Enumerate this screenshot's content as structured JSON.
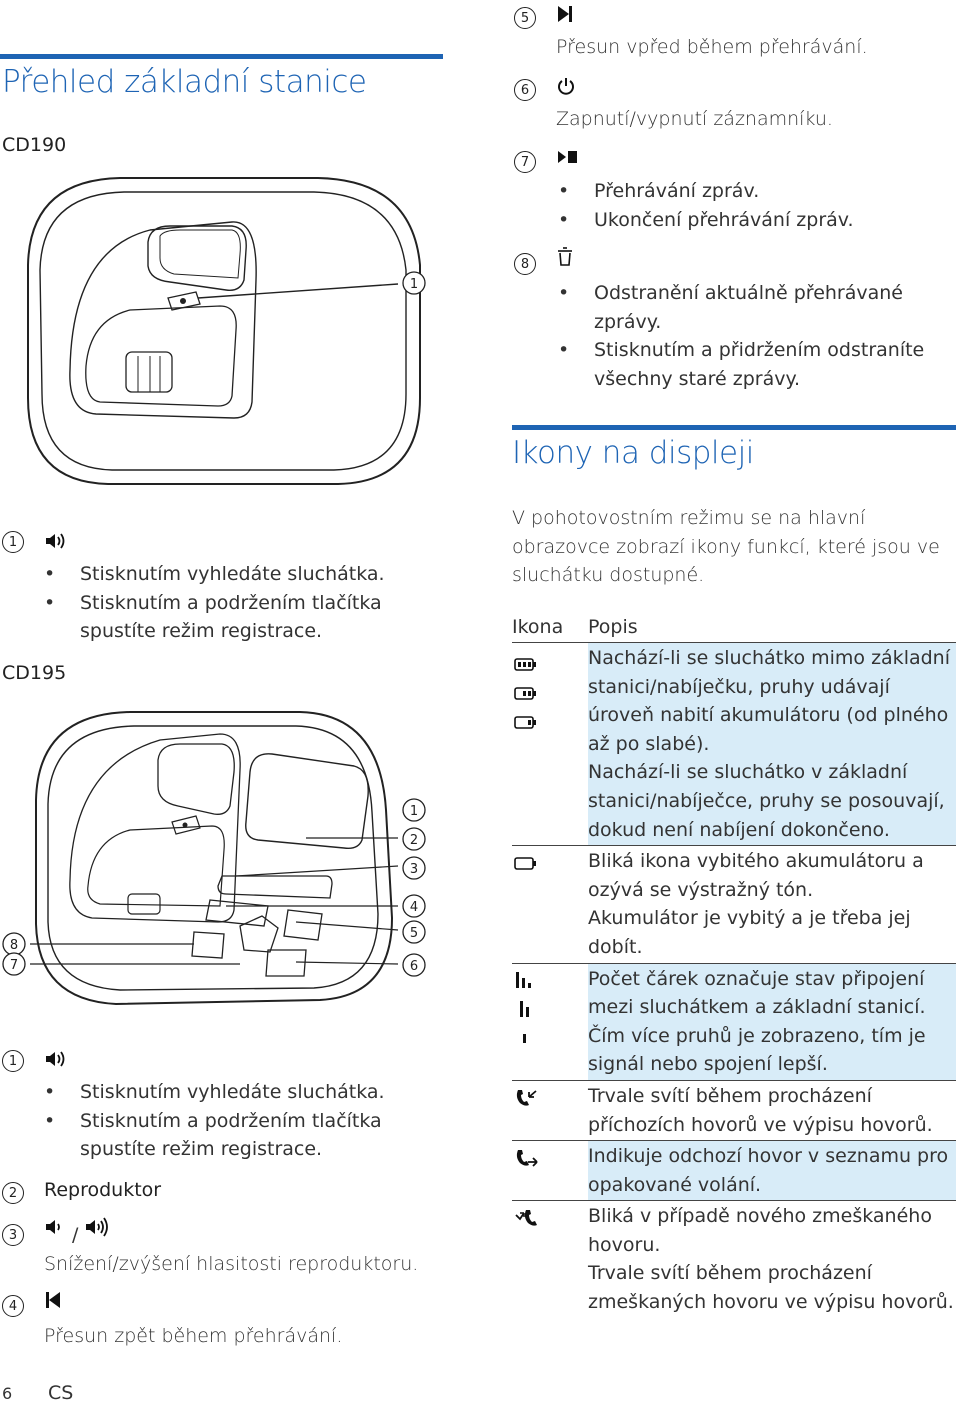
{
  "left": {
    "title": "Přehled základní stanice",
    "model_a": "CD190",
    "model_b": "CD195",
    "cd190_items": [
      {
        "num": "1",
        "bullets": [
          "Stisknutím vyhledáte sluchátka.",
          "Stisknutím a podržením tlačítka spustíte režim registrace."
        ]
      }
    ],
    "cd195_items": [
      {
        "num": "1",
        "bullets": [
          "Stisknutím vyhledáte sluchátka.",
          "Stisknutím a podržením tlačítka spustíte režim registrace."
        ]
      },
      {
        "num": "2",
        "label": "Reproduktor"
      },
      {
        "num": "3",
        "slash": "/",
        "desc": "Snížení/zvýšení hlasitosti reproduktoru."
      },
      {
        "num": "4",
        "desc": "Přesun zpět během přehrávání."
      }
    ],
    "fig1_callouts": [
      "1"
    ],
    "fig2_callouts": [
      "1",
      "2",
      "3",
      "4",
      "5",
      "6",
      "8",
      "7"
    ]
  },
  "right": {
    "items": [
      {
        "num": "5",
        "desc": "Přesun vpřed během přehrávání."
      },
      {
        "num": "6",
        "desc": "Zapnutí/vypnutí záznamníku."
      },
      {
        "num": "7",
        "bullets": [
          "Přehrávání zpráv.",
          "Ukončení přehrávání zpráv."
        ]
      },
      {
        "num": "8",
        "bullets": [
          "Odstranění aktuálně přehrávané zprávy.",
          "Stisknutím a přidržením odstraníte všechny staré zprávy."
        ]
      }
    ],
    "section_title": "Ikony na displeji",
    "intro": "V pohotovostním režimu se na hlavní obrazovce zobrazí ikony funkcí, které jsou ve sluchátku dostupné.",
    "table": {
      "col_icon": "Ikona",
      "col_desc": "Popis",
      "rows": [
        {
          "icon": "battery-icon",
          "lines": [
            "Nachází-li se sluchátko mimo základní stanici/nabíječku, pruhy udávají úroveň nabití akumulátoru (od plného až po slabé).",
            "Nachází-li se sluchátko v základní stanici/nabíječce, pruhy se posouvají, dokud není nabíjení dokončeno."
          ]
        },
        {
          "icon": "battery-empty-icon",
          "lines": [
            "Bliká ikona vybitého akumulátoru a ozývá se výstražný tón.",
            "Akumulátor je vybitý a je třeba jej dobít."
          ]
        },
        {
          "icon": "signal-icon",
          "lines": [
            "Počet čárek označuje stav připojení mezi sluchátkem a základní stanicí. Čím více pruhů je zobrazeno, tím je signál nebo spojení lepší."
          ]
        },
        {
          "icon": "incoming-call-icon",
          "lines": [
            "Trvale svítí během procházení příchozích hovorů ve výpisu hovorů."
          ]
        },
        {
          "icon": "outgoing-call-icon",
          "lines": [
            "Indikuje odchozí hovor v seznamu pro opakované volání."
          ]
        },
        {
          "icon": "missed-call-icon",
          "lines": [
            "Bliká v případě nového zmeškaného hovoru.",
            "Trvale svítí během procházení zmeškaných hovoru ve výpisu hovorů."
          ]
        }
      ]
    }
  },
  "footer": {
    "page": "6",
    "lang": "CS"
  },
  "colors": {
    "accent": "#1e64b4",
    "table_fill": "#d8ecf8"
  }
}
